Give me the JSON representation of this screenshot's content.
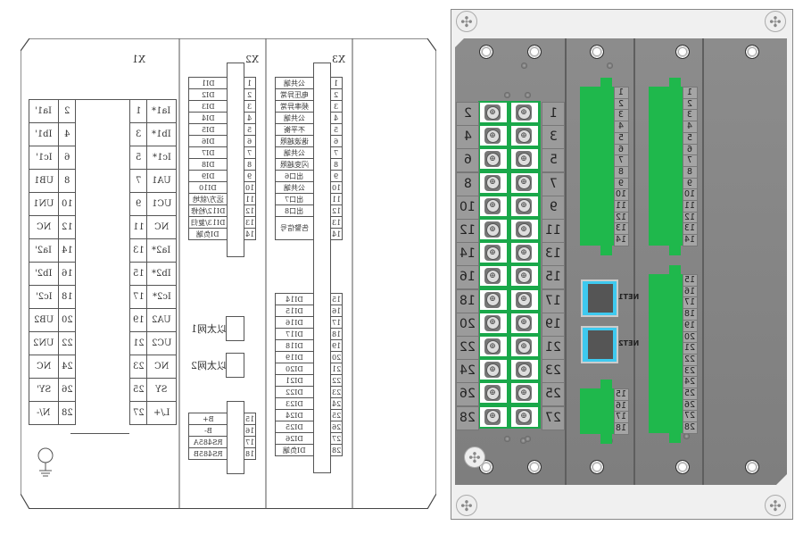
{
  "diagram": {
    "x1": {
      "title": "X1",
      "left": [
        {
          "num": "2",
          "label": "Ia1'"
        },
        {
          "num": "4",
          "label": "Ib1'"
        },
        {
          "num": "6",
          "label": "Ic1'"
        },
        {
          "num": "8",
          "label": "UB1"
        },
        {
          "num": "10",
          "label": "UN1"
        },
        {
          "num": "12",
          "label": "NC"
        },
        {
          "num": "14",
          "label": "Ia2'"
        },
        {
          "num": "16",
          "label": "Ib2'"
        },
        {
          "num": "18",
          "label": "Ic2'"
        },
        {
          "num": "20",
          "label": "UB2"
        },
        {
          "num": "22",
          "label": "UN2"
        },
        {
          "num": "24",
          "label": "NC"
        },
        {
          "num": "26",
          "label": "SY'"
        },
        {
          "num": "28",
          "label": "N/-"
        }
      ],
      "right": [
        {
          "num": "1",
          "label": "Ia1*"
        },
        {
          "num": "3",
          "label": "Ib1*"
        },
        {
          "num": "5",
          "label": "Ic1*"
        },
        {
          "num": "7",
          "label": "UA1"
        },
        {
          "num": "9",
          "label": "UC1"
        },
        {
          "num": "11",
          "label": "NC"
        },
        {
          "num": "13",
          "label": "Ia2*"
        },
        {
          "num": "15",
          "label": "Ib2*"
        },
        {
          "num": "17",
          "label": "Ic2*"
        },
        {
          "num": "19",
          "label": "UA2"
        },
        {
          "num": "21",
          "label": "UC2"
        },
        {
          "num": "23",
          "label": "NC"
        },
        {
          "num": "25",
          "label": "SY"
        },
        {
          "num": "27",
          "label": "L/+"
        }
      ]
    },
    "x2": {
      "title": "X2",
      "rows": [
        {
          "num": "1",
          "label": "DI1"
        },
        {
          "num": "2",
          "label": "DI2"
        },
        {
          "num": "3",
          "label": "DI3"
        },
        {
          "num": "4",
          "label": "DI4"
        },
        {
          "num": "5",
          "label": "DI5"
        },
        {
          "num": "6",
          "label": "DI6"
        },
        {
          "num": "7",
          "label": "DI7"
        },
        {
          "num": "8",
          "label": "DI8"
        },
        {
          "num": "9",
          "label": "DI9"
        },
        {
          "num": "10",
          "label": "DI10"
        },
        {
          "num": "11",
          "label": "远方/就地"
        },
        {
          "num": "12",
          "label": "DI12/检修"
        },
        {
          "num": "13",
          "label": "DI13/复归"
        },
        {
          "num": "14",
          "label": "DI负端"
        }
      ],
      "ethernet": [
        "以太网1",
        "以太网2"
      ],
      "rs485": [
        {
          "num": "15",
          "label": "B+"
        },
        {
          "num": "16",
          "label": "B-"
        },
        {
          "num": "17",
          "label": "RS485A"
        },
        {
          "num": "18",
          "label": "RS485B"
        }
      ]
    },
    "x3": {
      "title": "X3",
      "rows": [
        {
          "num": "1",
          "label": "公共端"
        },
        {
          "num": "2",
          "label": "电压异常"
        },
        {
          "num": "3",
          "label": "频率异常"
        },
        {
          "num": "4",
          "label": "公共端"
        },
        {
          "num": "5",
          "label": "不平衡"
        },
        {
          "num": "6",
          "label": "谐波越限"
        },
        {
          "num": "7",
          "label": "公共端"
        },
        {
          "num": "8",
          "label": "闪变越限"
        },
        {
          "num": "9",
          "label": "出口6"
        },
        {
          "num": "10",
          "label": "公共端"
        },
        {
          "num": "11",
          "label": "出口7"
        },
        {
          "num": "12",
          "label": "出口8"
        }
      ],
      "alarm": {
        "nums": [
          "13",
          "14"
        ],
        "label": "告警信号"
      },
      "di_rows": [
        {
          "num": "15",
          "label": "DI14"
        },
        {
          "num": "16",
          "label": "DI15"
        },
        {
          "num": "17",
          "label": "DI16"
        },
        {
          "num": "18",
          "label": "DI17"
        },
        {
          "num": "19",
          "label": "DI18"
        },
        {
          "num": "20",
          "label": "DI19"
        },
        {
          "num": "21",
          "label": "DI20"
        },
        {
          "num": "22",
          "label": "DI21"
        },
        {
          "num": "23",
          "label": "DI22"
        },
        {
          "num": "24",
          "label": "DI23"
        },
        {
          "num": "25",
          "label": "DI24"
        },
        {
          "num": "26",
          "label": "DI25"
        },
        {
          "num": "27",
          "label": "DI26"
        },
        {
          "num": "28",
          "label": "DI负端"
        }
      ]
    }
  },
  "device": {
    "terminal_left": [
      "2",
      "4",
      "6",
      "8",
      "10",
      "12",
      "14",
      "16",
      "18",
      "20",
      "22",
      "24",
      "26",
      "28"
    ],
    "terminal_right": [
      "1",
      "3",
      "5",
      "7",
      "9",
      "11",
      "13",
      "15",
      "17",
      "19",
      "21",
      "23",
      "25",
      "27"
    ],
    "net_labels": [
      "NET1",
      "NET2"
    ],
    "mod2_rs485": [
      "15",
      "16",
      "17",
      "18"
    ],
    "mod3_top": [
      "1",
      "2",
      "3",
      "4",
      "5",
      "6",
      "7",
      "8",
      "9",
      "10",
      "11",
      "12",
      "13",
      "14"
    ],
    "mod3_bottom": [
      "15",
      "16",
      "17",
      "18",
      "19",
      "20",
      "21",
      "22",
      "23",
      "24",
      "25",
      "26",
      "27",
      "28"
    ],
    "colors": {
      "terminal_green": "#1aa84a",
      "connector_green": "#1fb84c",
      "panel_gray": "#8a8a8a",
      "rj45_blue": "#3ec9ef"
    }
  }
}
